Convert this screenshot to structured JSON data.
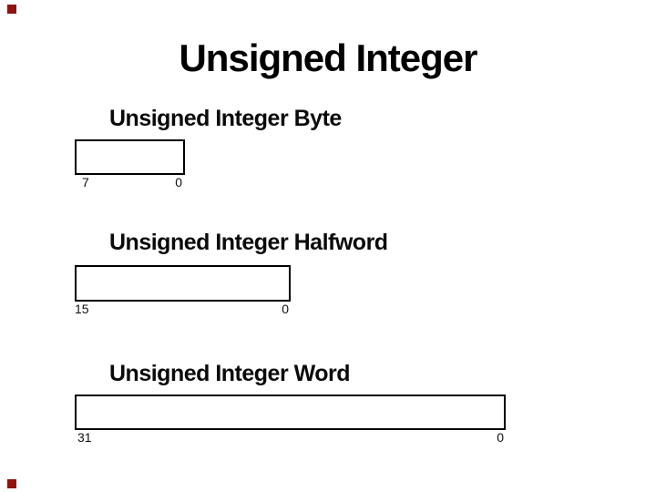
{
  "slide": {
    "title": "Unsigned Integer",
    "accent_color": "#8e1410",
    "background_color": "#ffffff",
    "diagrams": [
      {
        "heading": "Unsigned Integer Byte",
        "msb_label": "7",
        "lsb_label": "0"
      },
      {
        "heading": "Unsigned Integer Halfword",
        "msb_label": "15",
        "lsb_label": "0"
      },
      {
        "heading": "Unsigned Integer Word",
        "msb_label": "31",
        "lsb_label": "0"
      }
    ]
  }
}
